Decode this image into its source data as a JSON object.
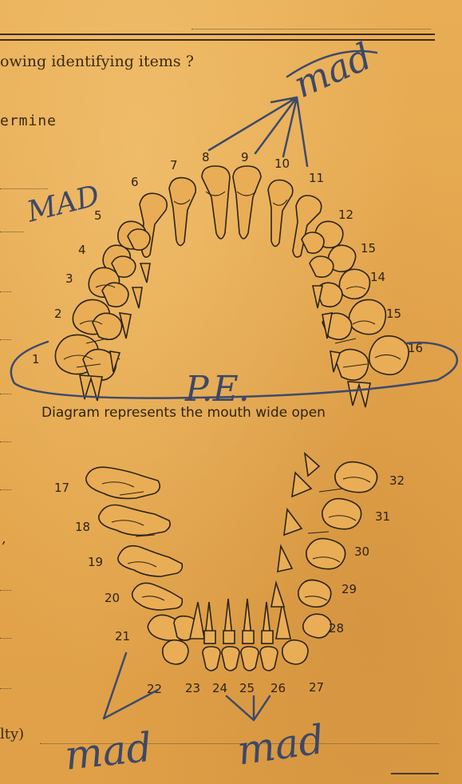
{
  "form": {
    "question_text": "owing identifying items ?",
    "determine_text": "ermine",
    "trailing_text": "lty)",
    "stray_comma": ","
  },
  "diagram": {
    "caption": "Diagram represents the mouth wide open",
    "upper_tooth_numbers": [
      "1",
      "2",
      "3",
      "4",
      "5",
      "6",
      "7",
      "8",
      "9",
      "10",
      "11",
      "12",
      "15",
      "14",
      "15",
      "16"
    ],
    "lower_tooth_numbers": [
      "17",
      "18",
      "19",
      "20",
      "21",
      "22",
      "23",
      "24",
      "25",
      "26",
      "27",
      "28",
      "29",
      "30",
      "31",
      "32"
    ]
  },
  "handwriting": {
    "top_right": "mad",
    "left": "MAD",
    "center": "P.E.",
    "bottom_left": "mad",
    "bottom_right": "mad"
  },
  "colors": {
    "paper": "#e6a94f",
    "ink": "#3a2a14",
    "pen": "#3e4a6a"
  }
}
